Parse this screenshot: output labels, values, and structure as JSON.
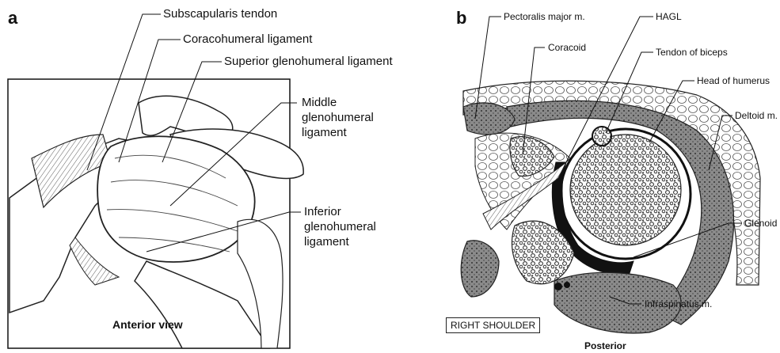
{
  "panels": {
    "a": {
      "letter": "a",
      "labels": {
        "subscapularis": "Subscapularis tendon",
        "coracohumeral": "Coracohumeral ligament",
        "superior_gh": "Superior glenohumeral ligament",
        "middle_gh_1": "Middle",
        "middle_gh_2": "glenohumeral",
        "middle_gh_3": "ligament",
        "inferior_gh_1": "Inferior",
        "inferior_gh_2": "glenohumeral",
        "inferior_gh_3": "ligament"
      },
      "caption": "Anterior view"
    },
    "b": {
      "letter": "b",
      "labels": {
        "pectoralis": "Pectoralis major m.",
        "hagl": "HAGL",
        "coracoid": "Coracoid",
        "tendon_biceps": "Tendon of biceps",
        "head_humerus": "Head of humerus",
        "deltoid": "Deltoid m.",
        "glenoid": "Glenoid",
        "infraspinatus": "Infraspinatus m."
      },
      "box_label": "RIGHT SHOULDER",
      "caption": "Posterior"
    }
  }
}
